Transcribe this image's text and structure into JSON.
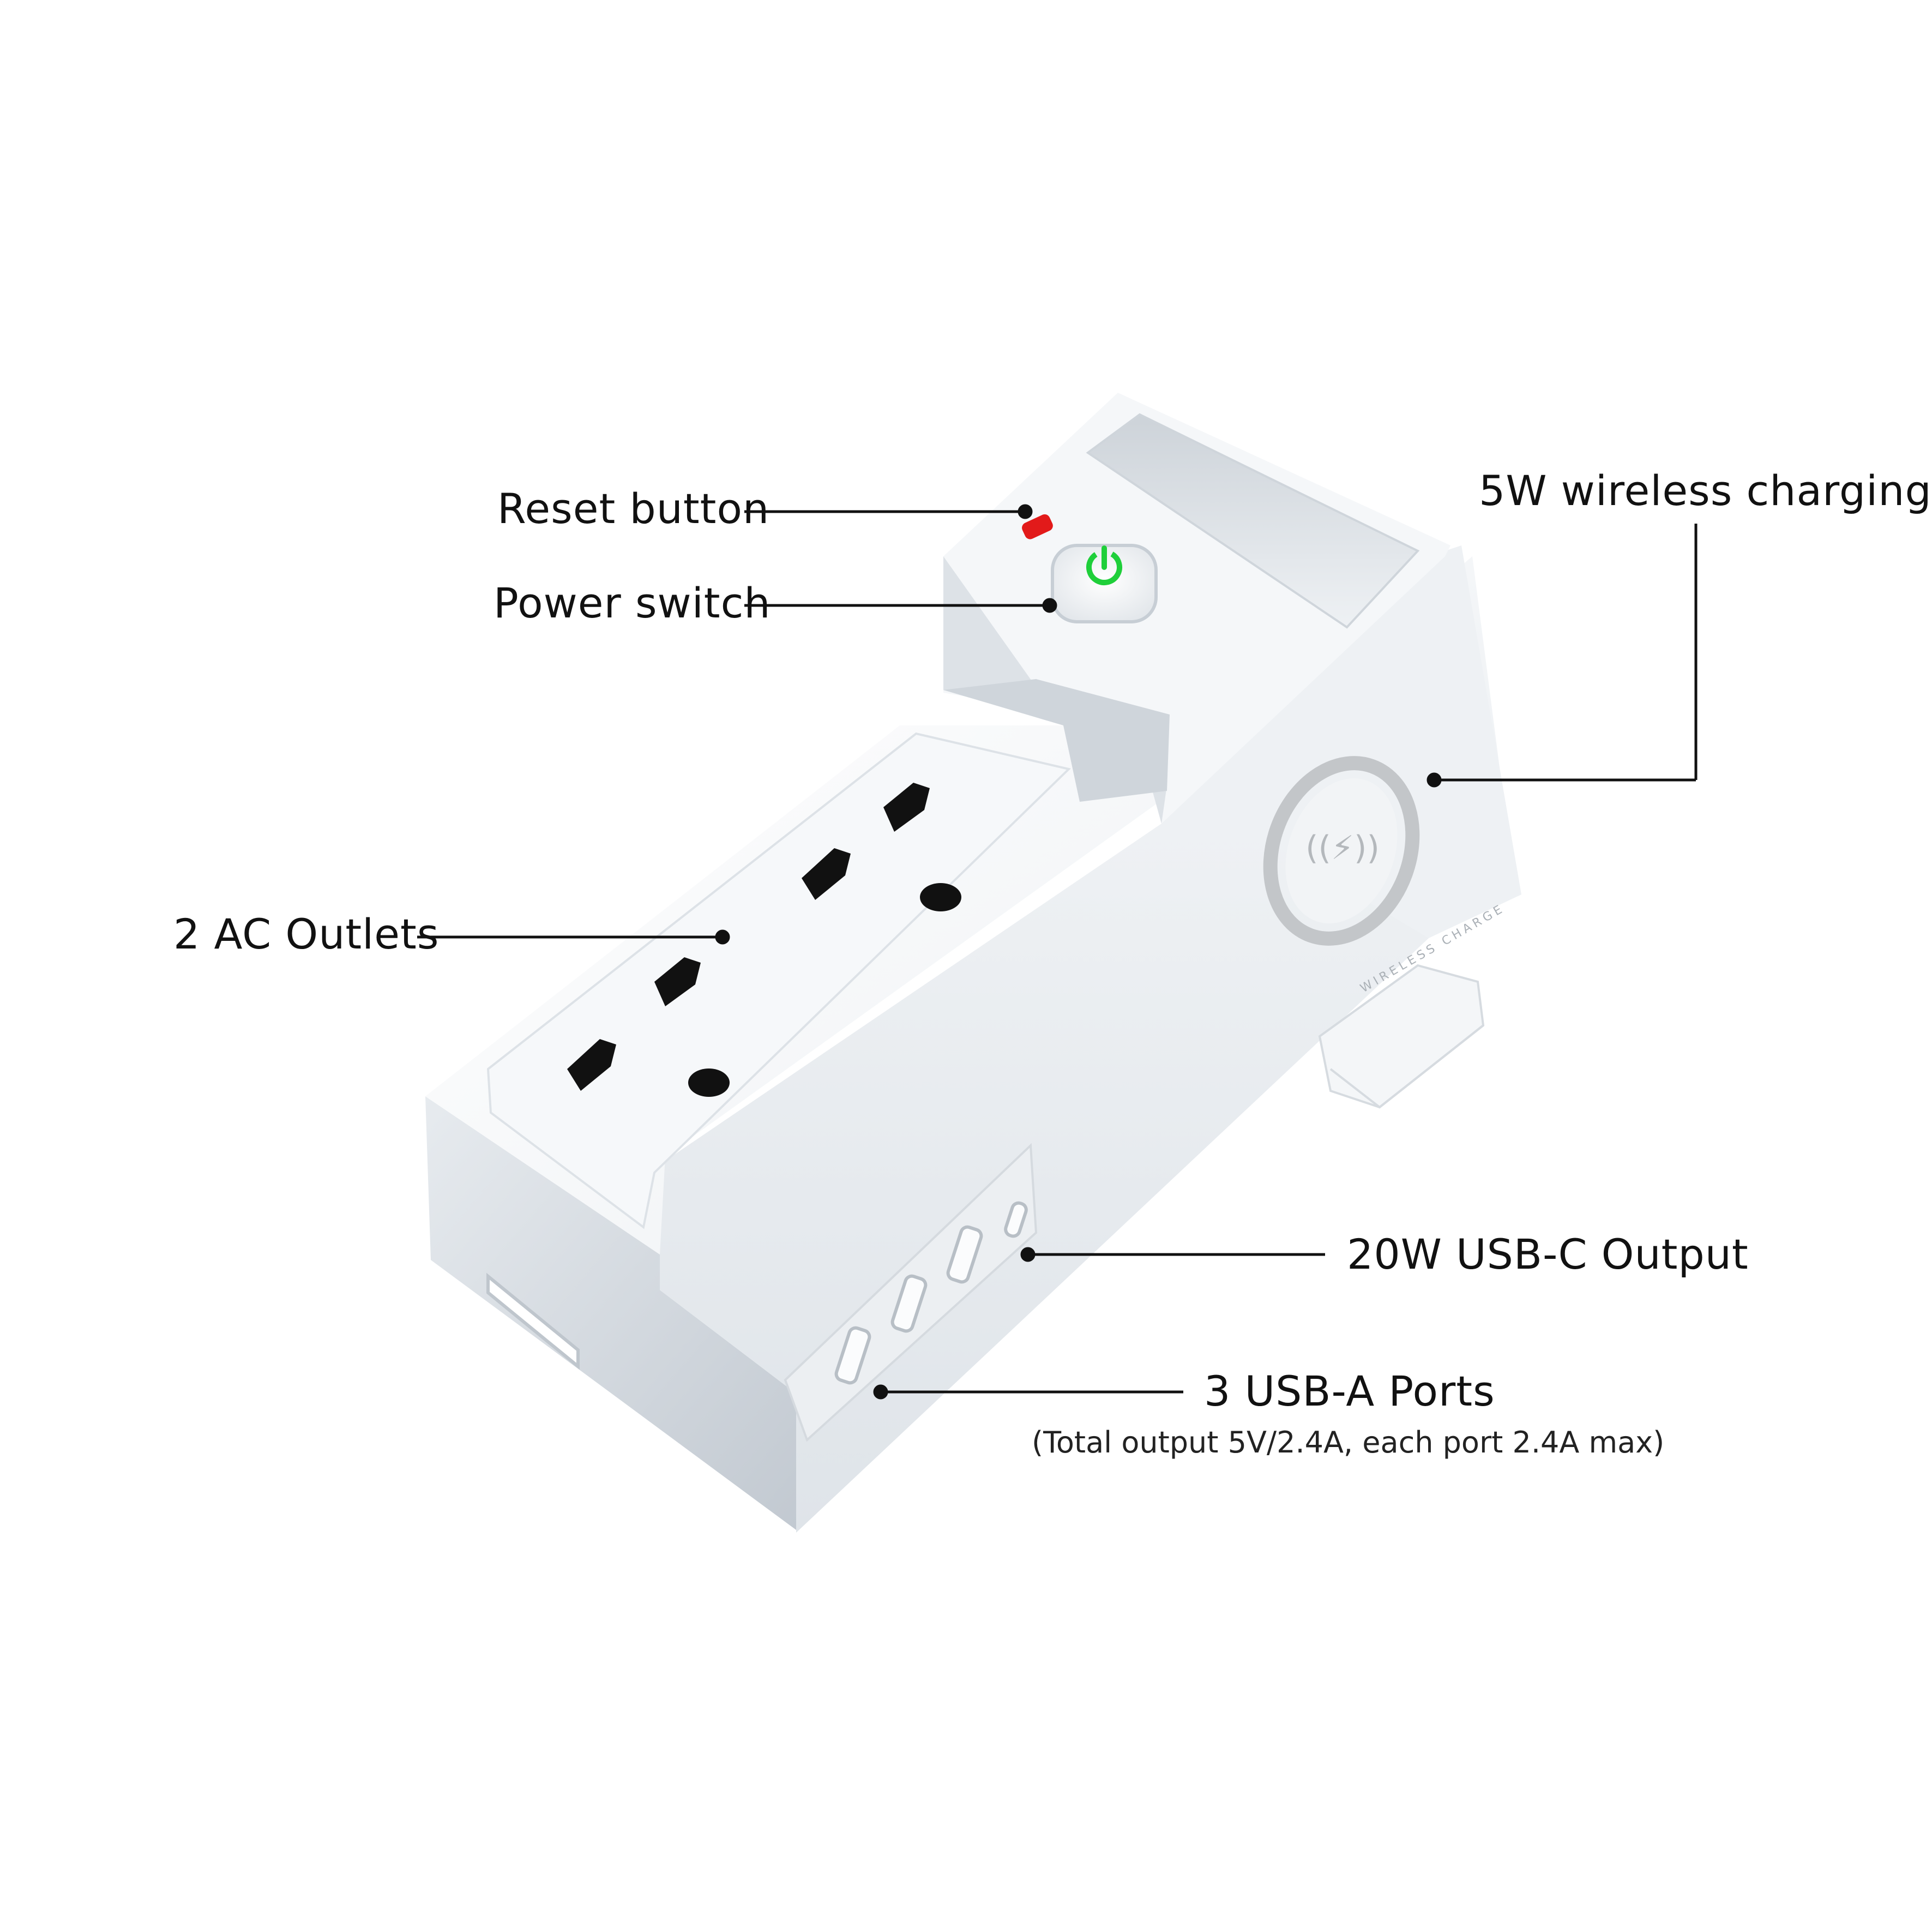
{
  "callouts": {
    "reset_button": "Reset button",
    "power_switch": "Power switch",
    "wireless_charging": "5W wireless charging",
    "ac_outlets": "2 AC Outlets",
    "usb_c_output": "20W USB-C Output",
    "usb_a_ports": "3 USB-A Ports",
    "usb_a_note": "(Total output 5V/2.4A, each port 2.4A max)"
  },
  "product": {
    "wireless_pad_text": "WIRELESS CHARGE"
  },
  "colors": {
    "body": "#f3f5f7",
    "shadow_side": "#c9d0d7",
    "reset_led": "#e21a1a",
    "power_icon": "#1fcf3a",
    "wireless_ring": "#c3c6c9",
    "leader_line": "#111111"
  }
}
